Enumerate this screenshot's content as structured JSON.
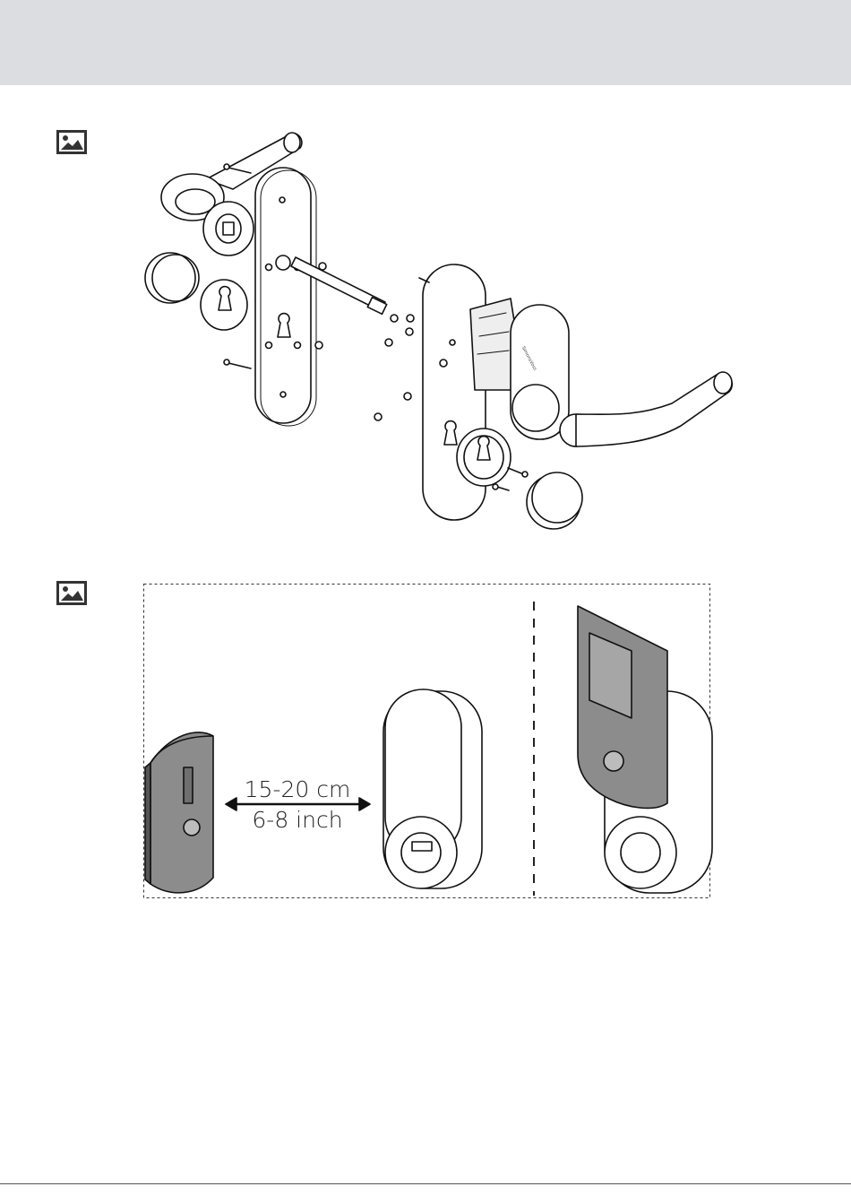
{
  "figures": [
    {
      "icon": "image-icon"
    },
    {
      "icon": "image-icon",
      "distance_line1": "15-20 cm",
      "distance_line2": "6-8 inch"
    }
  ],
  "brand_mark": "SimonsVoss"
}
